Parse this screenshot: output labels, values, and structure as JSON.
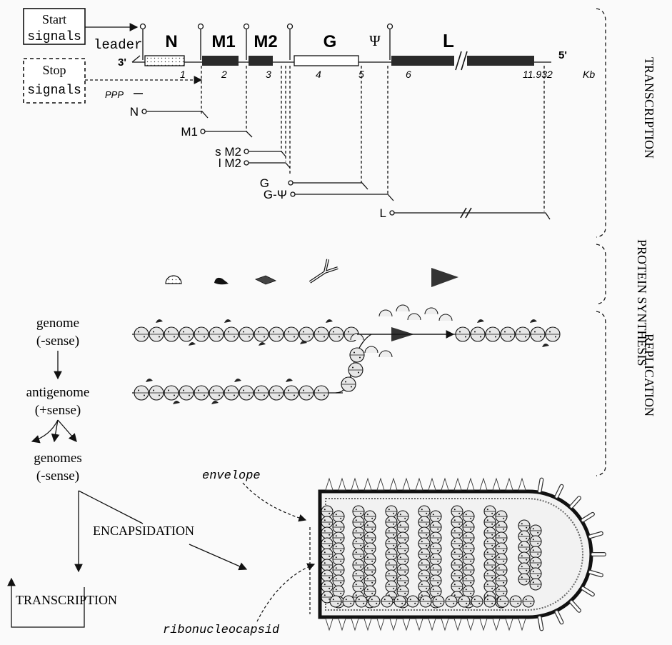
{
  "boxes": {
    "start": [
      "Start",
      "signals"
    ],
    "stop": [
      "Stop",
      "signals"
    ]
  },
  "genome_map": {
    "leader": "leader",
    "end3": "3'",
    "end5": "5'",
    "genes": [
      "N",
      "M1",
      "M2",
      "G",
      "Ψ",
      "L"
    ],
    "kb_marks": [
      "1",
      "2",
      "3",
      "4",
      "5",
      "6"
    ],
    "length": "11.932",
    "unit": "Kb",
    "ppp": "PPP"
  },
  "transcripts": [
    "N",
    "M1",
    "s M2",
    "l M2",
    "G",
    "G-Ψ",
    "L"
  ],
  "side_labels": [
    "TRANSCRIPTION",
    "PROTEIN SYNTHESIS",
    "REPLICATION"
  ],
  "replication_labels": [
    [
      "genome",
      "(-sense)"
    ],
    [
      "antigenome",
      "(+sense)"
    ],
    [
      "genomes",
      "(-sense)"
    ]
  ],
  "bottom_labels": {
    "encapsidation": "ENCAPSIDATION",
    "transcription": "TRANSCRIPTION",
    "envelope": "envelope",
    "rnc": "ribonucleocapsid"
  },
  "colors": {
    "ink": "#111111",
    "dark_gene": "#2a2a2a",
    "bead": "#e6e6e6",
    "background": "#fafafa"
  }
}
